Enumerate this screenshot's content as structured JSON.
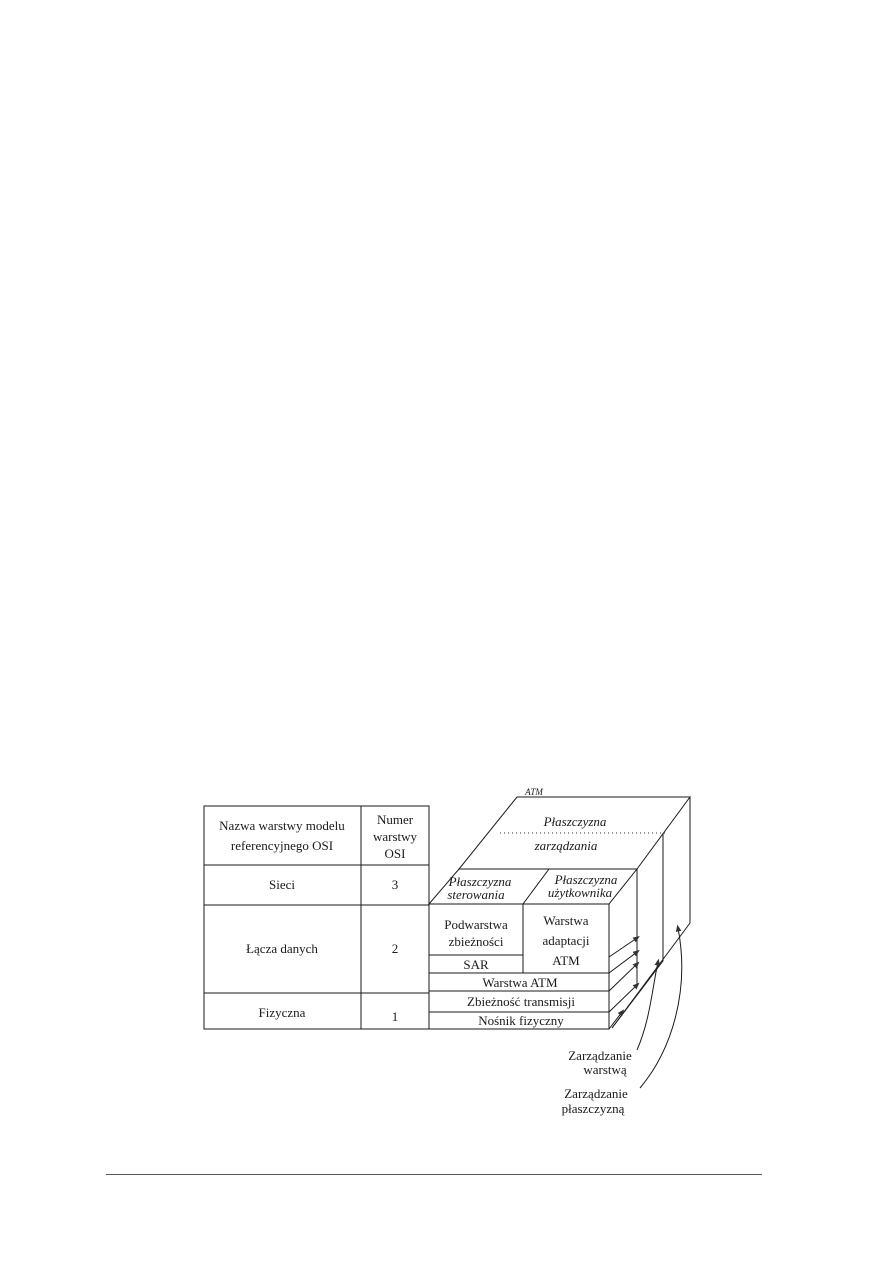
{
  "diagram": {
    "atm_label": "ATM",
    "osi_table": {
      "headers": {
        "layer_name": [
          "Nazwa warstwy modelu",
          "referencyjnego OSI"
        ],
        "layer_number": [
          "Numer",
          "warstwy",
          "OSI"
        ]
      },
      "rows": [
        {
          "name": "Sieci",
          "number": "3"
        },
        {
          "name": "Łącza danych",
          "number": "2"
        },
        {
          "name": "Fizyczna",
          "number": "1"
        }
      ]
    },
    "planes": {
      "management": [
        "Płaszczyzna",
        "zarządzania"
      ],
      "control": [
        "Płaszczyzna",
        "sterowania"
      ],
      "user": [
        "Płaszczyzna",
        "użytkownika"
      ]
    },
    "layers": {
      "convergence_sublayer": [
        "Podwarstwa",
        "zbieżności"
      ],
      "sar": "SAR",
      "adaptation": [
        "Warstwa",
        "adaptacji",
        "ATM"
      ],
      "atm_layer": "Warstwa ATM",
      "transmission_convergence": "Zbieżność transmisji",
      "physical_medium": "Nośnik fizyczny"
    },
    "management_labels": {
      "layer_management": [
        "Zarządzanie",
        "warstwą"
      ],
      "plane_management": [
        "Zarządzanie",
        "płaszczyzną"
      ]
    }
  }
}
